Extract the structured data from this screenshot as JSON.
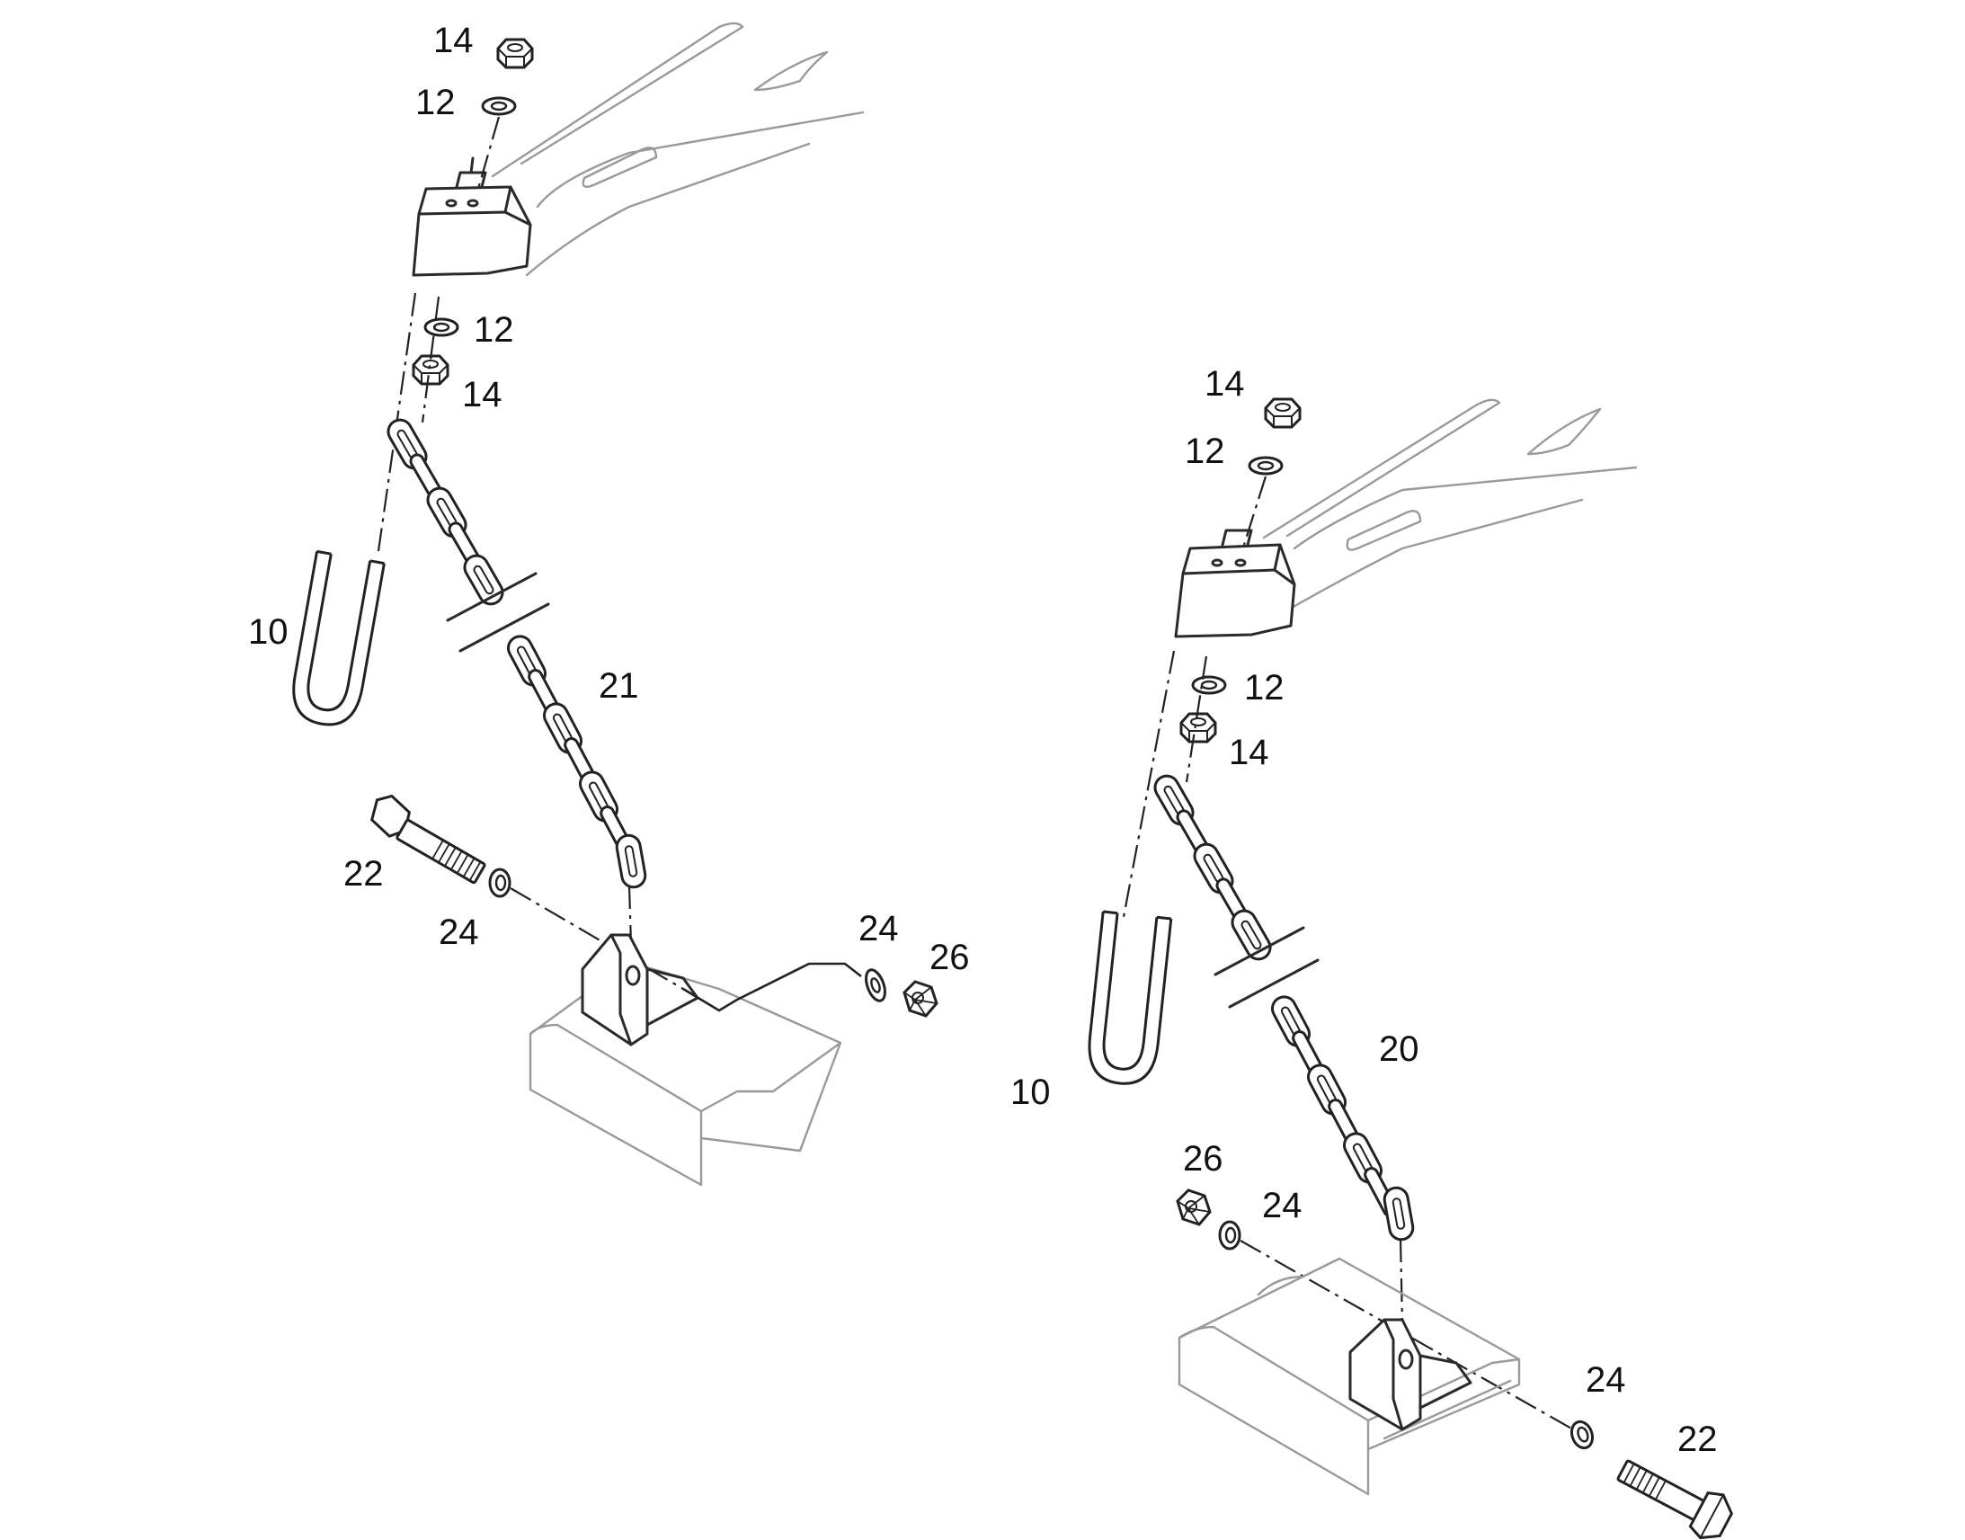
{
  "callouts": {
    "left": {
      "nut_top": "14",
      "washer_top": "12",
      "washer_mid": "12",
      "nut_mid": "14",
      "u_bolt": "10",
      "chain": "21",
      "bolt": "22",
      "washer_bolt": "24",
      "washer_nut": "24",
      "nut_bottom": "26"
    },
    "right": {
      "nut_top": "14",
      "washer_top": "12",
      "washer_mid": "12",
      "nut_mid": "14",
      "u_bolt": "10",
      "chain": "20",
      "nut_bottom": "26",
      "washer_nut": "24",
      "washer_bolt": "24",
      "bolt": "22"
    }
  }
}
